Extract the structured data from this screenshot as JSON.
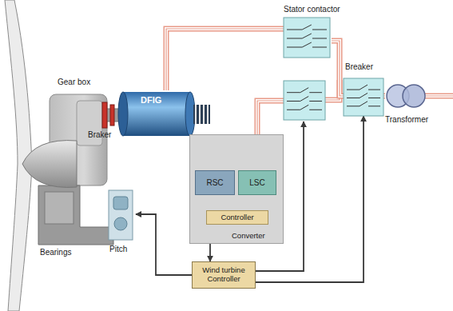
{
  "diagram": {
    "nodes": [
      {
        "text": [
          "DFIG"
        ]
      },
      {
        "text": [
          "Converter"
        ]
      },
      {
        "text": [
          "RSC"
        ],
        "in": 1
      },
      {
        "text": [
          "LSC"
        ],
        "in": 1
      },
      {
        "text": [
          "Controller"
        ],
        "in": 1
      },
      {
        "text": [
          "Wind turbine Controller"
        ]
      },
      {
        "text": [
          "Stator contactor"
        ]
      },
      {
        "text": [
          "Breaker"
        ]
      },
      {
        "text": [
          "Pitch"
        ]
      },
      {
        "text": [
          "Transformer"
        ]
      }
    ],
    "edges": [
      {
        "from": 0,
        "to": 6,
        "arrow": "none"
      },
      {
        "from": 6,
        "to": 7,
        "arrow": "none"
      },
      {
        "from": 7,
        "to": 9,
        "arrow": "none"
      },
      {
        "from": 0,
        "to": 2,
        "arrow": "none"
      },
      {
        "from": 3,
        "to": 6,
        "arrow": "none"
      },
      {
        "from": 4,
        "to": 2,
        "arrow": "to"
      },
      {
        "from": 4,
        "to": 3,
        "arrow": "to"
      },
      {
        "from": 5,
        "to": 4,
        "arrow": "both"
      },
      {
        "from": 5,
        "to": 8,
        "arrow": "to"
      },
      {
        "from": 5,
        "to": 6,
        "arrow": "to"
      },
      {
        "from": 5,
        "to": 7,
        "arrow": "to"
      }
    ],
    "labels": [
      "Gear box",
      "Braker",
      "Bearings"
    ]
  }
}
